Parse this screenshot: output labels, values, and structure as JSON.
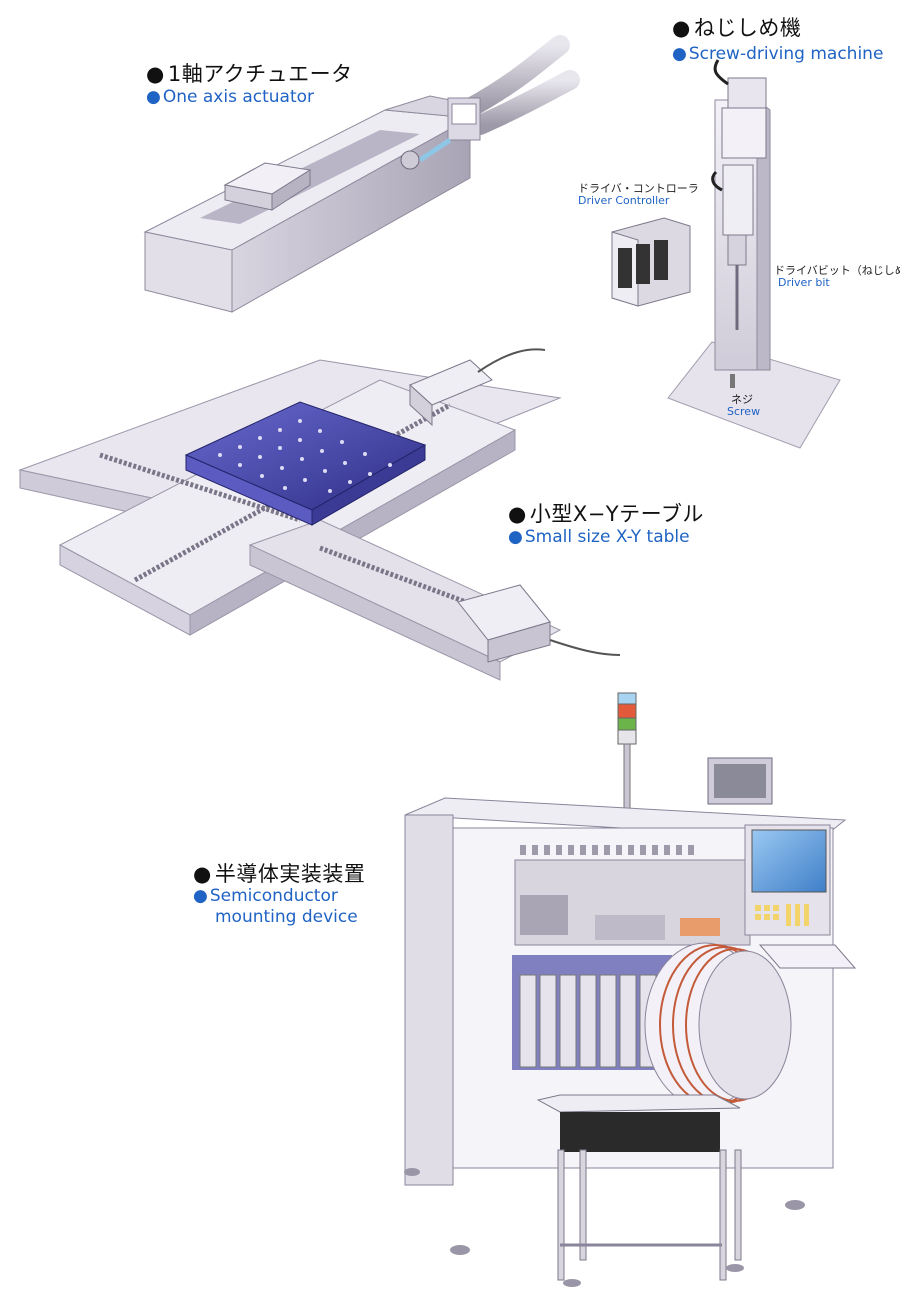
{
  "colors": {
    "label_blue": "#1f63c4",
    "title_black": "#111111",
    "platform_blue": "#4a4aa8",
    "screen_blue": "#5f9fdf"
  },
  "bullet": "●",
  "actuator": {
    "title_jp": "1軸アクチュエータ",
    "title_en": "One axis actuator"
  },
  "screwdriver": {
    "title_jp": "ねじしめ機",
    "title_en": "Screw-driving machine",
    "controller_jp": "ドライバ・コントローラ",
    "controller_en": "Driver Controller",
    "bit_jp": "ドライバビット（ねじしめ）",
    "bit_en": "Driver bit",
    "screw_jp": "ネジ",
    "screw_en": "Screw"
  },
  "xytable": {
    "title_jp": "小型X−Yテーブル",
    "title_en": "Small size X-Y table"
  },
  "semiconductor": {
    "title_jp": "半導体実装装置",
    "title_en_line1": "Semiconductor",
    "title_en_line2": "mounting device"
  }
}
